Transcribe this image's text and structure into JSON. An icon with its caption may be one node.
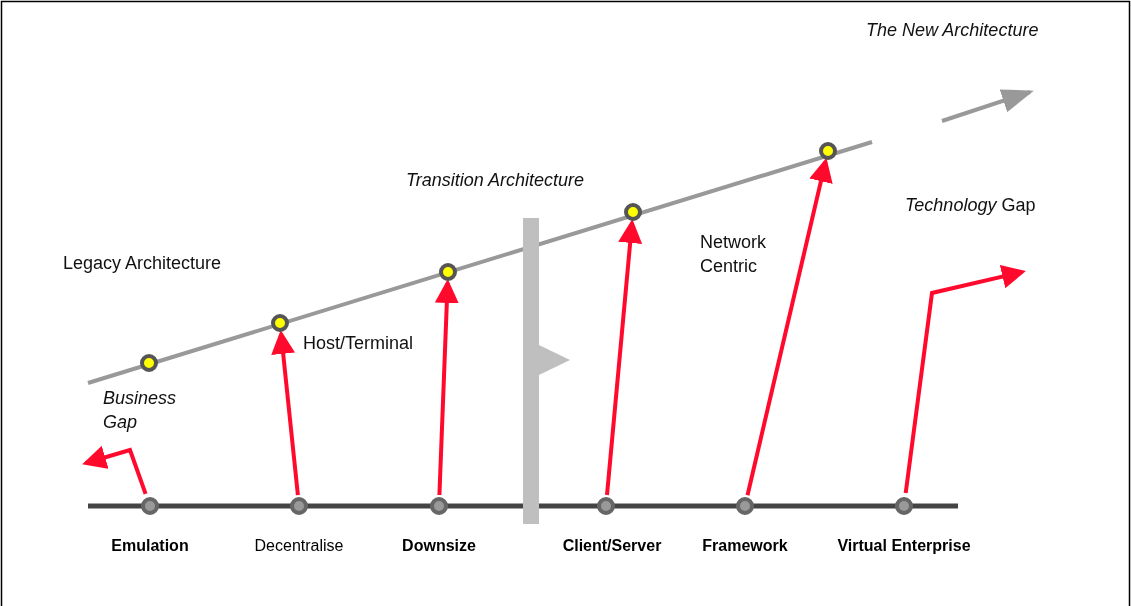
{
  "diagram": {
    "nodes": [
      {
        "text": [],
        "shape": "circle",
        "beside": [
          "Emulation"
        ]
      },
      {
        "text": [],
        "shape": "circle",
        "beside": [
          "Decentralise"
        ]
      },
      {
        "text": [],
        "shape": "circle",
        "beside": [
          "Downsize"
        ]
      },
      {
        "text": [],
        "shape": "circle",
        "beside": [
          "Client/Server"
        ]
      },
      {
        "text": [],
        "shape": "circle",
        "beside": [
          "Framework"
        ]
      },
      {
        "text": [],
        "shape": "circle",
        "beside": [
          "Virtual Enterprise"
        ]
      },
      {
        "text": [],
        "shape": "circle"
      },
      {
        "text": [],
        "shape": "circle"
      },
      {
        "text": [],
        "shape": "circle"
      },
      {
        "text": [],
        "shape": "circle"
      },
      {
        "text": [],
        "shape": "circle"
      },
      {
        "text": [],
        "shape": "bar"
      }
    ],
    "edges": [
      {
        "from": 0,
        "to": null,
        "arrow": "to"
      },
      {
        "from": 1,
        "to": 7,
        "arrow": "to"
      },
      {
        "from": 2,
        "to": 8,
        "arrow": "to"
      },
      {
        "from": 3,
        "to": 9,
        "arrow": "to"
      },
      {
        "from": 4,
        "to": 10,
        "arrow": "to"
      },
      {
        "from": 5,
        "to": null,
        "arrow": "to"
      }
    ],
    "labels": [
      "The New Architecture",
      "Transition Architecture",
      "*Technology* Gap",
      "Network Centric",
      "Legacy Architecture",
      "Host/Terminal",
      "Business Gap"
    ]
  }
}
